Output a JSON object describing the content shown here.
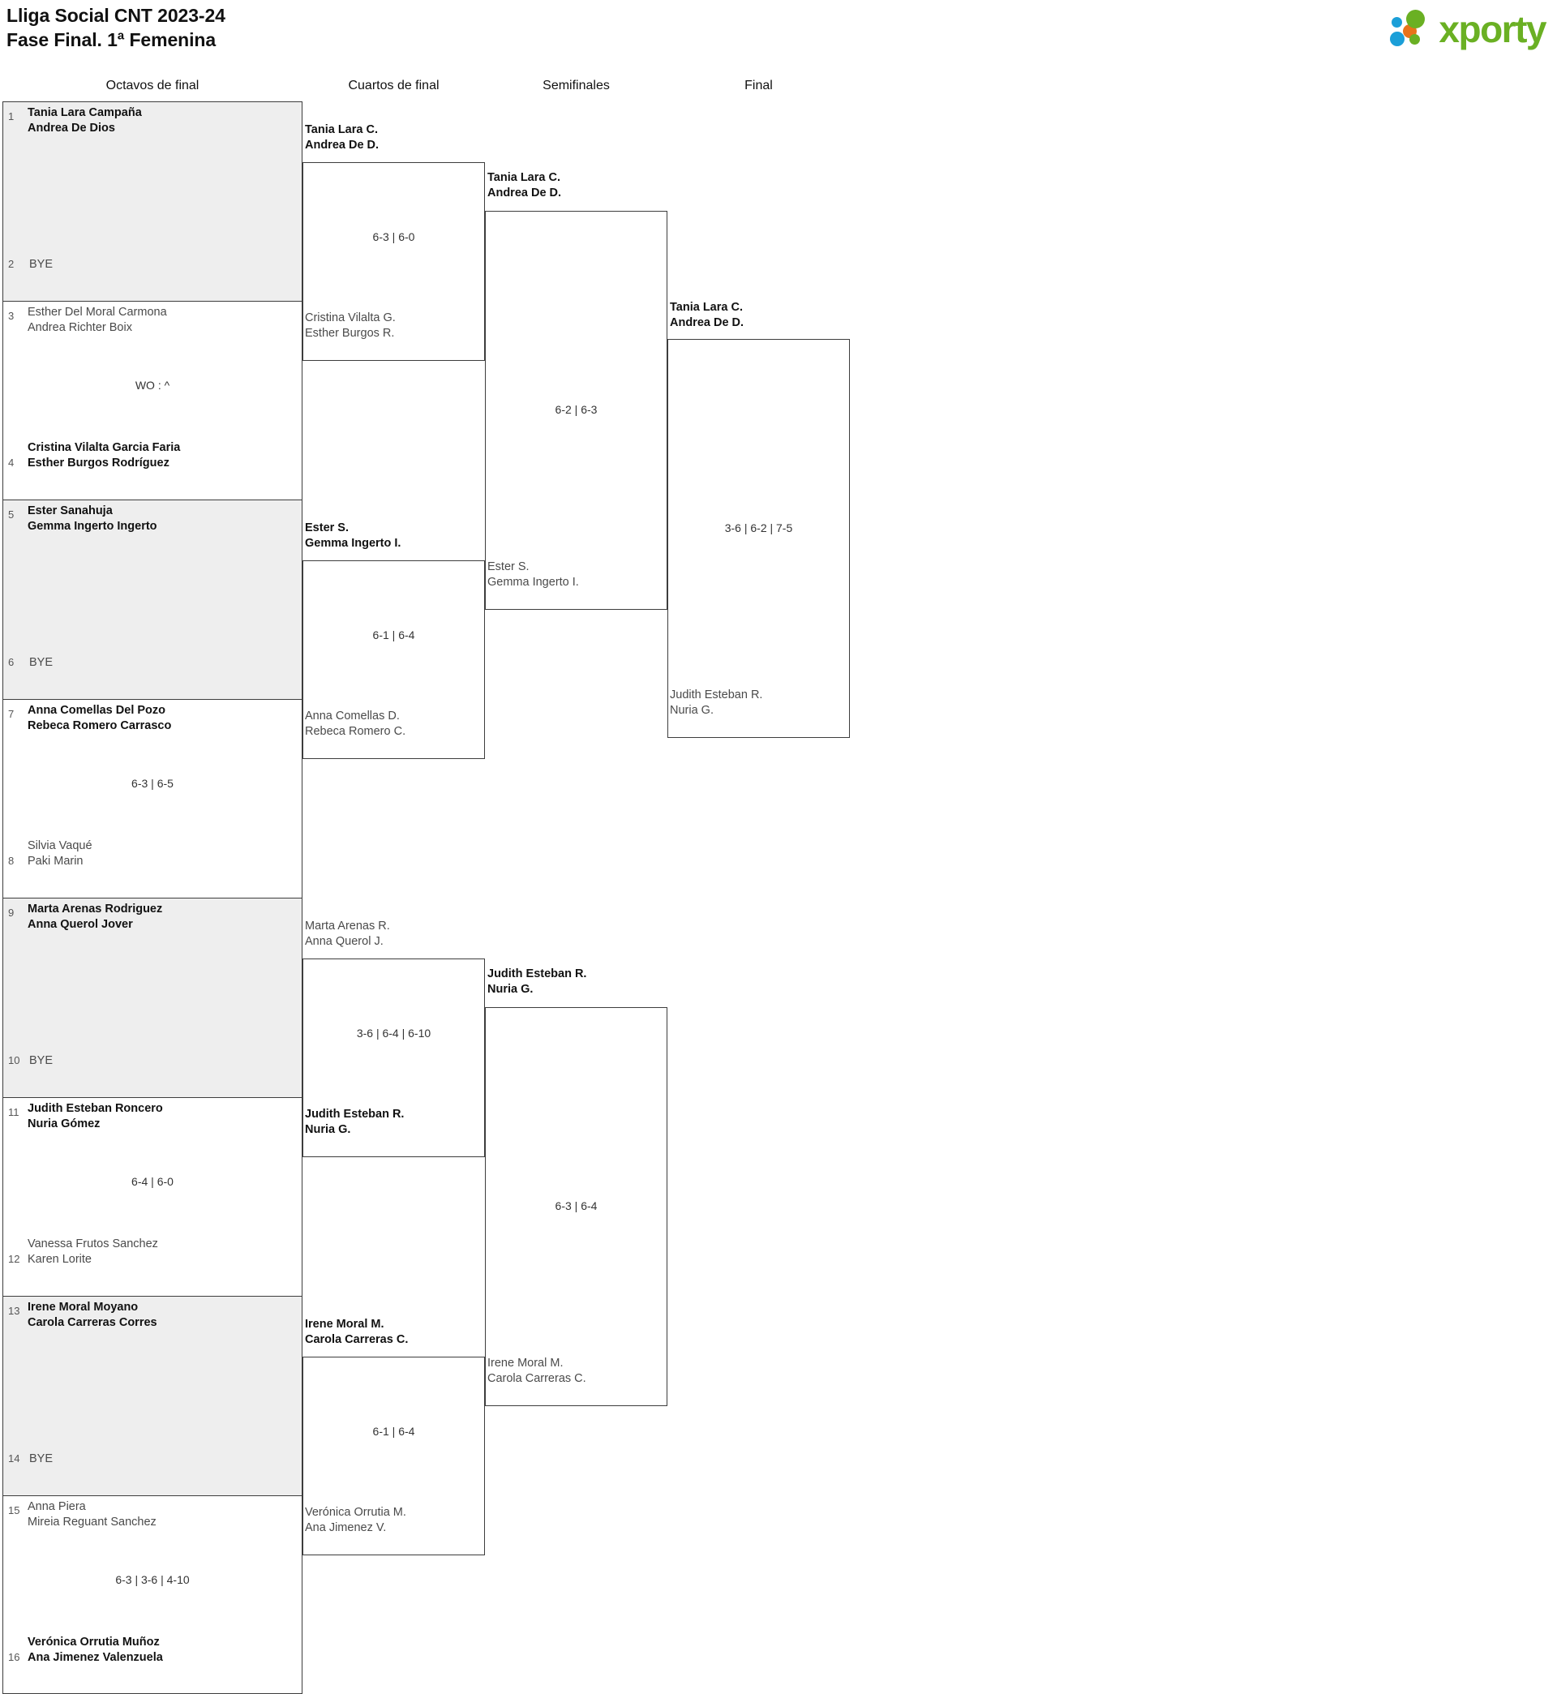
{
  "header": {
    "title_line1": "Lliga Social CNT 2023-24",
    "title_line2": "Fase Final. 1ª Femenina",
    "logo_word": "xporty",
    "logo_colors": {
      "green": "#6ab023",
      "blue": "#1b9fd8",
      "orange": "#e8731a"
    }
  },
  "rounds": [
    {
      "name": "Octavos de final"
    },
    {
      "name": "Cuartos de final"
    },
    {
      "name": "Semifinales"
    },
    {
      "name": "Final"
    }
  ],
  "round1": {
    "matches": [
      {
        "seed_top": "1",
        "seed_bot": "2",
        "top_line1": "Tania Lara Campaña",
        "top_line2": "Andrea De Dios",
        "bot_line1": "BYE",
        "bot_line2": "",
        "score": "",
        "top_winner": true,
        "bot_bye": true,
        "shaded": true
      },
      {
        "seed_top": "3",
        "seed_bot": "4",
        "top_line1": "Esther Del Moral Carmona",
        "top_line2": "Andrea Richter Boix",
        "bot_line1": "Cristina Vilalta Garcia Faria",
        "bot_line2": "Esther Burgos Rodríguez",
        "score": "WO : ^",
        "top_winner": false,
        "bot_bye": false,
        "shaded": false
      },
      {
        "seed_top": "5",
        "seed_bot": "6",
        "top_line1": "Ester Sanahuja",
        "top_line2": "Gemma Ingerto Ingerto",
        "bot_line1": "BYE",
        "bot_line2": "",
        "score": "",
        "top_winner": true,
        "bot_bye": true,
        "shaded": true
      },
      {
        "seed_top": "7",
        "seed_bot": "8",
        "top_line1": "Anna Comellas Del Pozo",
        "top_line2": "Rebeca Romero Carrasco",
        "bot_line1": "Silvia Vaqué",
        "bot_line2": "Paki Marin",
        "score": "6-3 | 6-5",
        "top_winner": true,
        "bot_bye": false,
        "shaded": false
      },
      {
        "seed_top": "9",
        "seed_bot": "10",
        "top_line1": "Marta Arenas Rodriguez",
        "top_line2": "Anna Querol Jover",
        "bot_line1": "BYE",
        "bot_line2": "",
        "score": "",
        "top_winner": true,
        "bot_bye": true,
        "shaded": true
      },
      {
        "seed_top": "11",
        "seed_bot": "12",
        "top_line1": "Judith Esteban Roncero",
        "top_line2": "Nuria Gómez",
        "bot_line1": "Vanessa Frutos Sanchez",
        "bot_line2": "Karen Lorite",
        "score": "6-4 | 6-0",
        "top_winner": true,
        "bot_bye": false,
        "shaded": false
      },
      {
        "seed_top": "13",
        "seed_bot": "14",
        "top_line1": "Irene Moral Moyano",
        "top_line2": "Carola Carreras Corres",
        "bot_line1": "BYE",
        "bot_line2": "",
        "score": "",
        "top_winner": true,
        "bot_bye": true,
        "shaded": true
      },
      {
        "seed_top": "15",
        "seed_bot": "16",
        "top_line1": "Anna Piera",
        "top_line2": "Mireia Reguant Sanchez",
        "bot_line1": "Verónica Orrutia Muñoz",
        "bot_line2": "Ana Jimenez Valenzuela",
        "score": "6-3 | 3-6 | 4-10",
        "top_winner": false,
        "bot_bye": false,
        "shaded": false
      }
    ]
  },
  "round2": {
    "matches": [
      {
        "top_line1": "Tania Lara C.",
        "top_line2": "Andrea De D.",
        "top_winner": true,
        "bot_line1": "Cristina Vilalta G.",
        "bot_line2": "Esther Burgos R.",
        "bot_winner": false,
        "score": "6-3 | 6-0"
      },
      {
        "top_line1": "Ester S.",
        "top_line2": "Gemma Ingerto I.",
        "top_winner": true,
        "bot_line1": "Anna Comellas D.",
        "bot_line2": "Rebeca Romero C.",
        "bot_winner": false,
        "score": "6-1 | 6-4"
      },
      {
        "top_line1": "Marta Arenas R.",
        "top_line2": "Anna Querol J.",
        "top_winner": false,
        "bot_line1": "Judith Esteban R.",
        "bot_line2": "Nuria G.",
        "bot_winner": true,
        "score": "3-6 | 6-4 | 6-10"
      },
      {
        "top_line1": "Irene Moral M.",
        "top_line2": "Carola Carreras C.",
        "top_winner": true,
        "bot_line1": "Verónica Orrutia M.",
        "bot_line2": "Ana Jimenez V.",
        "bot_winner": false,
        "score": "6-1 | 6-4"
      }
    ]
  },
  "round3": {
    "matches": [
      {
        "top_line1": "Tania Lara C.",
        "top_line2": "Andrea De D.",
        "top_winner": true,
        "bot_line1": "Ester S.",
        "bot_line2": "Gemma Ingerto I.",
        "bot_winner": false,
        "score": "6-2 | 6-3"
      },
      {
        "top_line1": "Judith Esteban R.",
        "top_line2": "Nuria G.",
        "top_winner": true,
        "bot_line1": "Irene Moral M.",
        "bot_line2": "Carola Carreras C.",
        "bot_winner": false,
        "score": "6-3 | 6-4"
      }
    ]
  },
  "round4": {
    "matches": [
      {
        "top_line1": "Tania Lara C.",
        "top_line2": "Andrea De D.",
        "top_winner": true,
        "bot_line1": "Judith Esteban R.",
        "bot_line2": "Nuria G.",
        "bot_winner": false,
        "score": "3-6 | 6-2 | 7-5"
      }
    ]
  }
}
